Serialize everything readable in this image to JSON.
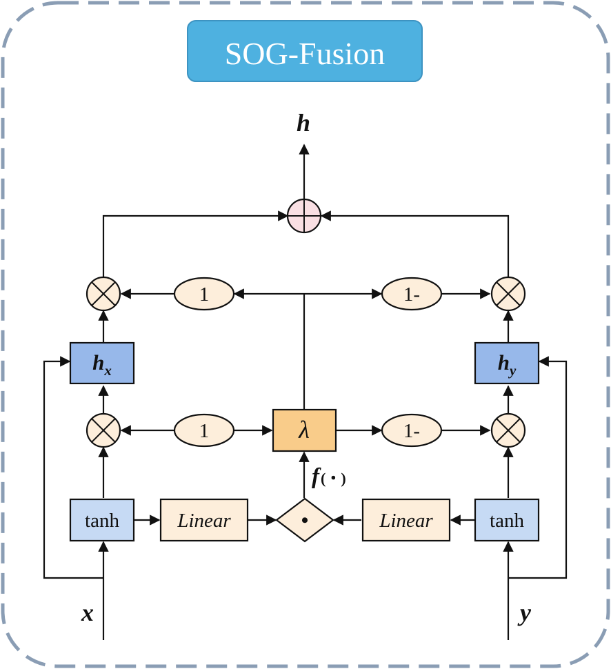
{
  "title": "SOG-Fusion",
  "output": {
    "label": "h"
  },
  "inputs": {
    "x_label": "x",
    "y_label": "y"
  },
  "hidden": {
    "left_main": "h",
    "left_sub": "x",
    "right_main": "h",
    "right_sub": "y"
  },
  "blocks": {
    "tanh_left": "tanh",
    "tanh_right": "tanh",
    "linear_left": "Linear",
    "linear_right": "Linear",
    "dot": "•",
    "lambda": "λ"
  },
  "gates": {
    "upper_left": "1",
    "upper_right": "1-",
    "lower_left": "1",
    "lower_right": "1-"
  },
  "function_label": {
    "main": "f",
    "args": "(・)"
  },
  "colors": {
    "title_fill": "#4eb1e0",
    "hidden_fill": "#97b8ea",
    "tanh_fill": "#c6daf4",
    "op_fill": "#fdeedb",
    "lambda_fill": "#f9cc8a",
    "sum_fill": "#f9dfe3",
    "dash_border": "#8a9db4"
  }
}
